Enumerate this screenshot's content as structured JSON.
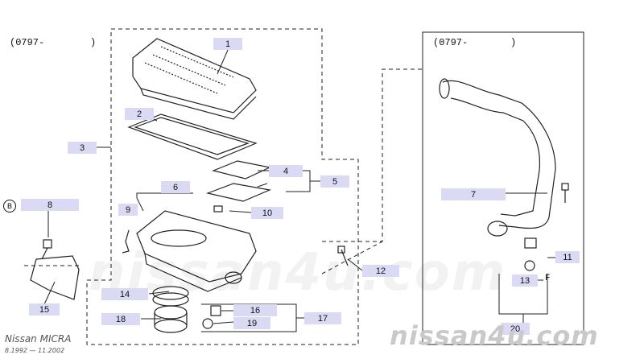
{
  "diagram": {
    "date_code_left": "(0797-",
    "date_code_left_close": ")",
    "date_code_right": "(0797-",
    "date_code_right_close": ")",
    "variant_marker": "B",
    "letter_f": "F",
    "callouts": {
      "p1": "1",
      "p2": "2",
      "p3": "3",
      "p4": "4",
      "p5": "5",
      "p6": "6",
      "p7": "7",
      "p8": "8",
      "p9": "9",
      "p10": "10",
      "p11": "11",
      "p12": "12",
      "p13": "13",
      "p14": "14",
      "p15": "15",
      "p16": "16",
      "p17": "17",
      "p18": "18",
      "p19": "19",
      "p20": "20"
    }
  },
  "footer": {
    "model": "Nissan MICRA",
    "date_range": "8.1992 — 11.2002"
  },
  "watermark": {
    "center": "nissan4u.com",
    "corner": "nissan4u.com"
  }
}
